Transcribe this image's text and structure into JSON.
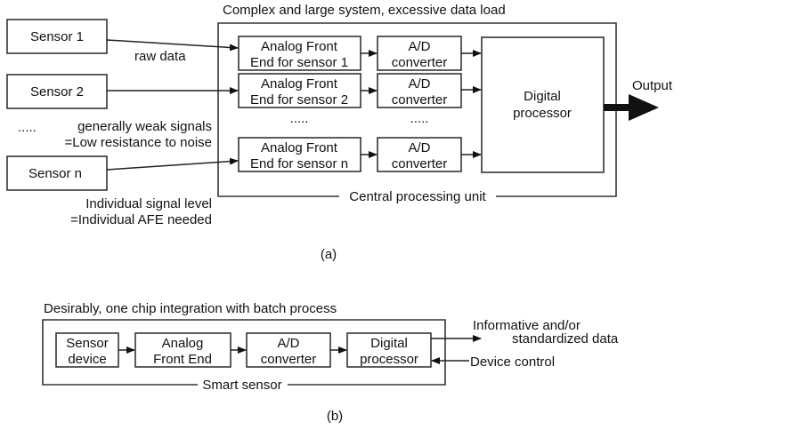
{
  "diagram_a": {
    "caption": "(a)",
    "system_title": "Complex and large system, excessive data load",
    "cpu_label": "Central processing unit",
    "sensors": [
      {
        "label": "Sensor 1"
      },
      {
        "label": "Sensor 2"
      },
      {
        "label": "Sensor n"
      }
    ],
    "sensor_ellipsis": ".....",
    "annotations": {
      "raw_data": "raw data",
      "weak_line1": "generally weak signals",
      "weak_line2": "=Low resistance to noise",
      "individual_line1": "Individual signal level",
      "individual_line2": "=Individual AFE needed"
    },
    "afe_blocks": [
      {
        "line1": "Analog Front",
        "line2": "End for sensor 1"
      },
      {
        "line1": "Analog Front",
        "line2": "End for sensor 2"
      },
      {
        "line1": "Analog Front",
        "line2": "End for sensor n"
      }
    ],
    "adc_blocks": [
      {
        "line1": "A/D",
        "line2": "converter"
      },
      {
        "line1": "A/D",
        "line2": "converter"
      },
      {
        "line1": "A/D",
        "line2": "converter"
      }
    ],
    "afe_ellipsis": ".....",
    "adc_ellipsis": ".....",
    "digital_processor": {
      "line1": "Digital",
      "line2": "processor"
    },
    "output_label": "Output"
  },
  "diagram_b": {
    "caption": "(b)",
    "title": "Desirably, one chip integration with batch process",
    "frame_label": "Smart sensor",
    "blocks": [
      {
        "line1": "Sensor",
        "line2": "device"
      },
      {
        "line1": "Analog",
        "line2": "Front End"
      },
      {
        "line1": "A/D",
        "line2": "converter"
      },
      {
        "line1": "Digital",
        "line2": "processor"
      }
    ],
    "output_line1": "Informative and/or",
    "output_line2": "standardized data",
    "input_label": "Device control"
  }
}
